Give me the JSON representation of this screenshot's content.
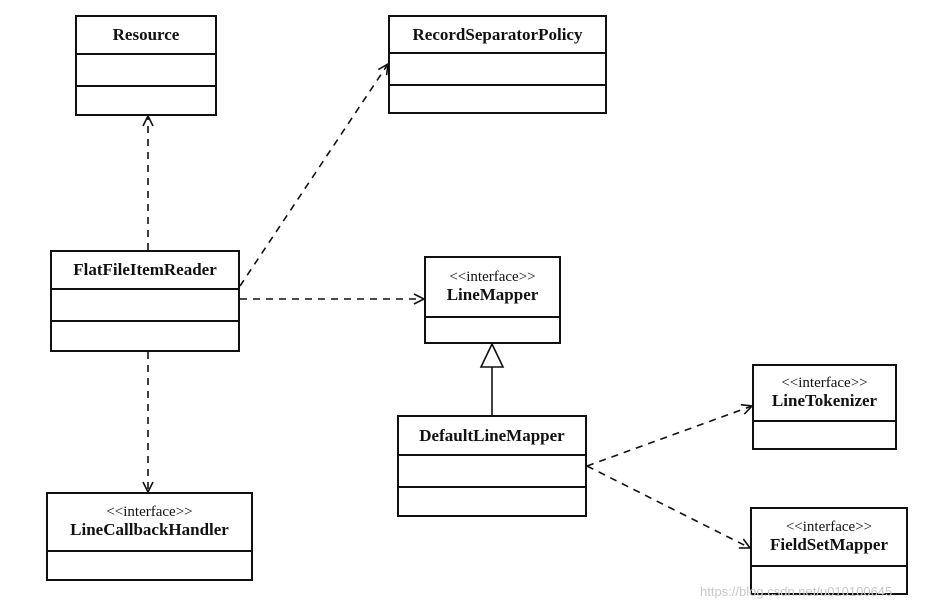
{
  "classes": {
    "resource": {
      "name": "Resource",
      "stereotype": ""
    },
    "record_separator_policy": {
      "name": "RecordSeparatorPolicy",
      "stereotype": ""
    },
    "flat_file_item_reader": {
      "name": "FlatFileItemReader",
      "stereotype": ""
    },
    "line_mapper": {
      "name": "LineMapper",
      "stereotype": "<<interface>>"
    },
    "default_line_mapper": {
      "name": "DefaultLineMapper",
      "stereotype": ""
    },
    "line_tokenizer": {
      "name": "LineTokenizer",
      "stereotype": "<<interface>>"
    },
    "field_set_mapper": {
      "name": "FieldSetMapper",
      "stereotype": "<<interface>>"
    },
    "line_callback_handler": {
      "name": "LineCallbackHandler",
      "stereotype": "<<interface>>"
    }
  },
  "relationships": [
    {
      "from": "FlatFileItemReader",
      "to": "Resource",
      "type": "dependency"
    },
    {
      "from": "FlatFileItemReader",
      "to": "RecordSeparatorPolicy",
      "type": "dependency"
    },
    {
      "from": "FlatFileItemReader",
      "to": "LineMapper",
      "type": "dependency"
    },
    {
      "from": "FlatFileItemReader",
      "to": "LineCallbackHandler",
      "type": "dependency"
    },
    {
      "from": "DefaultLineMapper",
      "to": "LineMapper",
      "type": "realization"
    },
    {
      "from": "DefaultLineMapper",
      "to": "LineTokenizer",
      "type": "dependency"
    },
    {
      "from": "DefaultLineMapper",
      "to": "FieldSetMapper",
      "type": "dependency"
    }
  ],
  "watermark": "https://blog.csdn.net/u010100645"
}
